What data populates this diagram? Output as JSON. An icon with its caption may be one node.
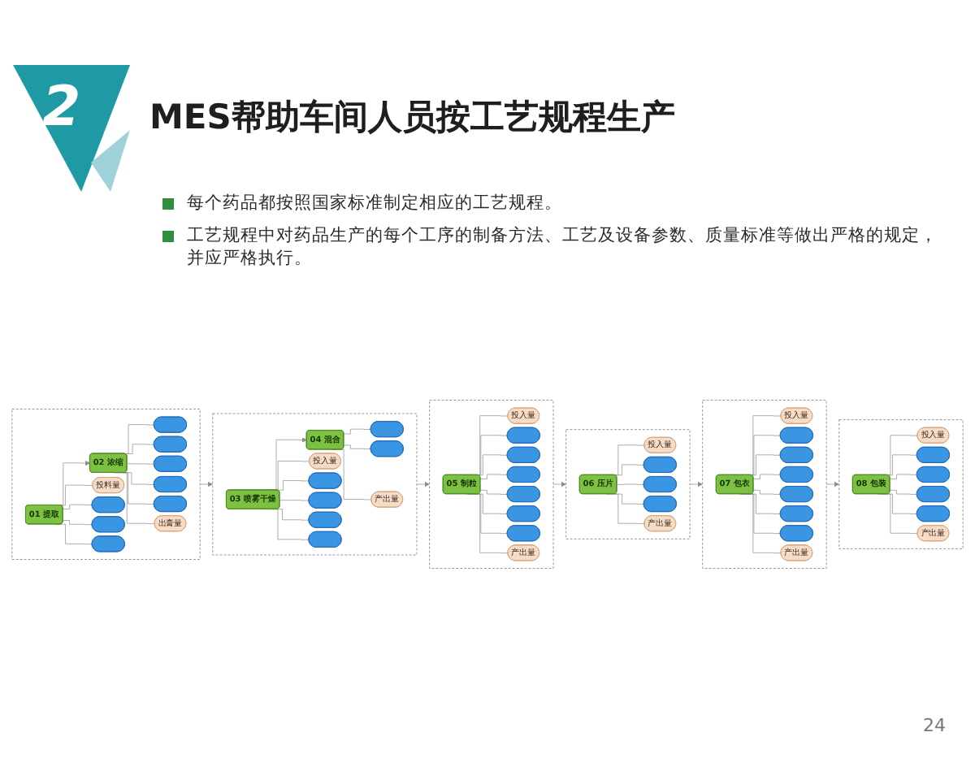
{
  "diagram": {
    "title": "MES帮助车间人员按工艺规程生产",
    "nodes": [
      {
        "text": [],
        "shape": "box"
      },
      {
        "text": [
          "01 提取"
        ],
        "in": 0
      },
      {
        "text": [
          "02 浓缩"
        ],
        "in": 0
      },
      {
        "text": [
          "投料量"
        ],
        "in": 0
      },
      {
        "text": [],
        "shape": "box",
        "in": 0
      },
      {
        "text": [],
        "shape": "box",
        "in": 0
      },
      {
        "text": [],
        "shape": "box",
        "in": 0
      },
      {
        "text": [],
        "shape": "box",
        "in": 0
      },
      {
        "text": [],
        "shape": "box",
        "in": 0
      },
      {
        "text": [],
        "shape": "box",
        "in": 0
      },
      {
        "text": [],
        "shape": "box",
        "in": 0
      },
      {
        "text": [],
        "shape": "box",
        "in": 0
      },
      {
        "text": [
          "出膏量"
        ],
        "in": 0
      },
      {
        "text": [],
        "shape": "box"
      },
      {
        "text": [
          "03 喷雾干燥"
        ],
        "in": 13
      },
      {
        "text": [
          "04 混合"
        ],
        "in": 13
      },
      {
        "text": [
          "投入量"
        ],
        "in": 13
      },
      {
        "text": [],
        "shape": "box",
        "in": 13
      },
      {
        "text": [],
        "shape": "box",
        "in": 13
      },
      {
        "text": [],
        "shape": "box",
        "in": 13
      },
      {
        "text": [],
        "shape": "box",
        "in": 13
      },
      {
        "text": [],
        "shape": "box",
        "in": 13
      },
      {
        "text": [],
        "shape": "box",
        "in": 13
      },
      {
        "text": [
          "产出量"
        ],
        "in": 13
      },
      {
        "text": [],
        "shape": "box"
      },
      {
        "text": [
          "05 制粒"
        ],
        "in": 24
      },
      {
        "text": [
          "投入量"
        ],
        "in": 24
      },
      {
        "text": [],
        "shape": "box",
        "in": 24
      },
      {
        "text": [],
        "shape": "box",
        "in": 24
      },
      {
        "text": [],
        "shape": "box",
        "in": 24
      },
      {
        "text": [],
        "shape": "box",
        "in": 24
      },
      {
        "text": [],
        "shape": "box",
        "in": 24
      },
      {
        "text": [],
        "shape": "box",
        "in": 24
      },
      {
        "text": [
          "产出量"
        ],
        "in": 24
      },
      {
        "text": [],
        "shape": "box"
      },
      {
        "text": [
          "06 压片"
        ],
        "in": 34
      },
      {
        "text": [
          "投入量"
        ],
        "in": 34
      },
      {
        "text": [],
        "shape": "box",
        "in": 34
      },
      {
        "text": [],
        "shape": "box",
        "in": 34
      },
      {
        "text": [],
        "shape": "box",
        "in": 34
      },
      {
        "text": [
          "产出量"
        ],
        "in": 34
      },
      {
        "text": [],
        "shape": "box"
      },
      {
        "text": [
          "07 包衣"
        ],
        "in": 41
      },
      {
        "text": [
          "投入量"
        ],
        "in": 41
      },
      {
        "text": [],
        "shape": "box",
        "in": 41
      },
      {
        "text": [],
        "shape": "box",
        "in": 41
      },
      {
        "text": [],
        "shape": "box",
        "in": 41
      },
      {
        "text": [],
        "shape": "box",
        "in": 41
      },
      {
        "text": [],
        "shape": "box",
        "in": 41
      },
      {
        "text": [],
        "shape": "box",
        "in": 41
      },
      {
        "text": [
          "产出量"
        ],
        "in": 41
      },
      {
        "text": [],
        "shape": "box"
      },
      {
        "text": [
          "08 包装"
        ],
        "in": 51
      },
      {
        "text": [
          "投入量"
        ],
        "in": 51
      },
      {
        "text": [],
        "shape": "box",
        "in": 51
      },
      {
        "text": [],
        "shape": "box",
        "in": 51
      },
      {
        "text": [],
        "shape": "box",
        "in": 51
      },
      {
        "text": [],
        "shape": "box",
        "in": 51
      },
      {
        "text": [
          "产出量"
        ],
        "in": 51
      }
    ],
    "edges": [
      {
        "from": 1,
        "to": 2,
        "arrow": "to"
      },
      {
        "from": 1,
        "to": 3,
        "arrow": "none"
      },
      {
        "from": 1,
        "to": 4,
        "arrow": "none"
      },
      {
        "from": 1,
        "to": 5,
        "arrow": "none"
      },
      {
        "from": 1,
        "to": 6,
        "arrow": "none"
      },
      {
        "from": 2,
        "to": 7,
        "arrow": "none"
      },
      {
        "from": 2,
        "to": 8,
        "arrow": "none"
      },
      {
        "from": 2,
        "to": 9,
        "arrow": "none"
      },
      {
        "from": 2,
        "to": 10,
        "arrow": "none"
      },
      {
        "from": 2,
        "to": 11,
        "arrow": "none"
      },
      {
        "from": 2,
        "to": 12,
        "arrow": "none"
      },
      {
        "from": 14,
        "to": 15,
        "arrow": "to"
      },
      {
        "from": 14,
        "to": 16,
        "arrow": "none"
      },
      {
        "from": 14,
        "to": 17,
        "arrow": "none"
      },
      {
        "from": 14,
        "to": 18,
        "arrow": "none"
      },
      {
        "from": 14,
        "to": 19,
        "arrow": "none"
      },
      {
        "from": 14,
        "to": 20,
        "arrow": "none"
      },
      {
        "from": 15,
        "to": 21,
        "arrow": "none"
      },
      {
        "from": 15,
        "to": 22,
        "arrow": "none"
      },
      {
        "from": 15,
        "to": 23,
        "arrow": "none"
      },
      {
        "from": 25,
        "to": 26,
        "arrow": "none"
      },
      {
        "from": 25,
        "to": 27,
        "arrow": "none"
      },
      {
        "from": 25,
        "to": 28,
        "arrow": "none"
      },
      {
        "from": 25,
        "to": 29,
        "arrow": "none"
      },
      {
        "from": 25,
        "to": 30,
        "arrow": "none"
      },
      {
        "from": 25,
        "to": 31,
        "arrow": "none"
      },
      {
        "from": 25,
        "to": 32,
        "arrow": "none"
      },
      {
        "from": 25,
        "to": 33,
        "arrow": "none"
      },
      {
        "from": 35,
        "to": 36,
        "arrow": "none"
      },
      {
        "from": 35,
        "to": 37,
        "arrow": "none"
      },
      {
        "from": 35,
        "to": 38,
        "arrow": "none"
      },
      {
        "from": 35,
        "to": 39,
        "arrow": "none"
      },
      {
        "from": 35,
        "to": 40,
        "arrow": "none"
      },
      {
        "from": 42,
        "to": 43,
        "arrow": "none"
      },
      {
        "from": 42,
        "to": 44,
        "arrow": "none"
      },
      {
        "from": 42,
        "to": 45,
        "arrow": "none"
      },
      {
        "from": 42,
        "to": 46,
        "arrow": "none"
      },
      {
        "from": 42,
        "to": 47,
        "arrow": "none"
      },
      {
        "from": 42,
        "to": 48,
        "arrow": "none"
      },
      {
        "from": 42,
        "to": 49,
        "arrow": "none"
      },
      {
        "from": 42,
        "to": 50,
        "arrow": "none"
      },
      {
        "from": 52,
        "to": 53,
        "arrow": "none"
      },
      {
        "from": 52,
        "to": 54,
        "arrow": "none"
      },
      {
        "from": 52,
        "to": 55,
        "arrow": "none"
      },
      {
        "from": 52,
        "to": 56,
        "arrow": "none"
      },
      {
        "from": 52,
        "to": 57,
        "arrow": "none"
      },
      {
        "from": 52,
        "to": 58,
        "arrow": "none"
      },
      {
        "from": 0,
        "to": 13,
        "arrow": "to"
      },
      {
        "from": 13,
        "to": 24,
        "arrow": "to"
      },
      {
        "from": 24,
        "to": 34,
        "arrow": "to"
      },
      {
        "from": 34,
        "to": 41,
        "arrow": "to"
      },
      {
        "from": 41,
        "to": 51,
        "arrow": "to"
      }
    ],
    "labels": [
      "2",
      "每个药品都按照国家标准制定相应的工艺规程。",
      "工艺规程中对药品生产的每个工序的制备方法、工艺及设备参数、质量标准等做出严格的规定，并应严格执行。",
      "24"
    ]
  }
}
